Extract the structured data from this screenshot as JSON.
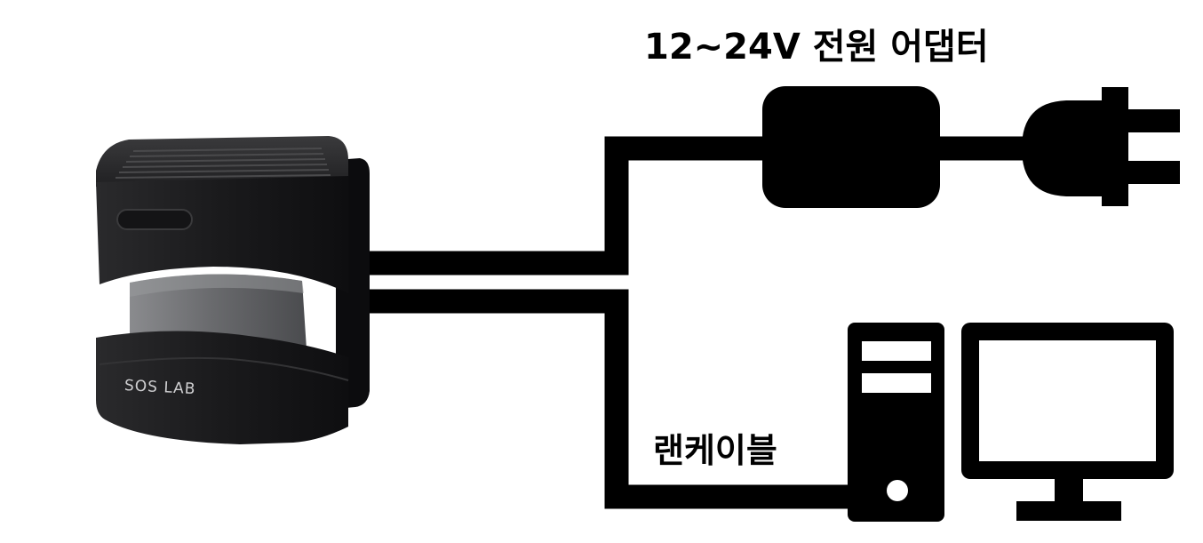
{
  "labels": {
    "power_adapter": "12~24V 전원 어댑터",
    "lan_cable": "랜케이블",
    "brand": "SOS LAB"
  },
  "icons": {
    "device": "lidar-sensor",
    "adapter": "power-adapter-icon",
    "plug": "power-plug-icon",
    "pc_tower": "pc-tower-icon",
    "monitor": "monitor-icon"
  },
  "colors": {
    "line": "#000000",
    "device_body": "#1c1c1e",
    "device_window": "#6e6f72",
    "background": "#ffffff"
  }
}
